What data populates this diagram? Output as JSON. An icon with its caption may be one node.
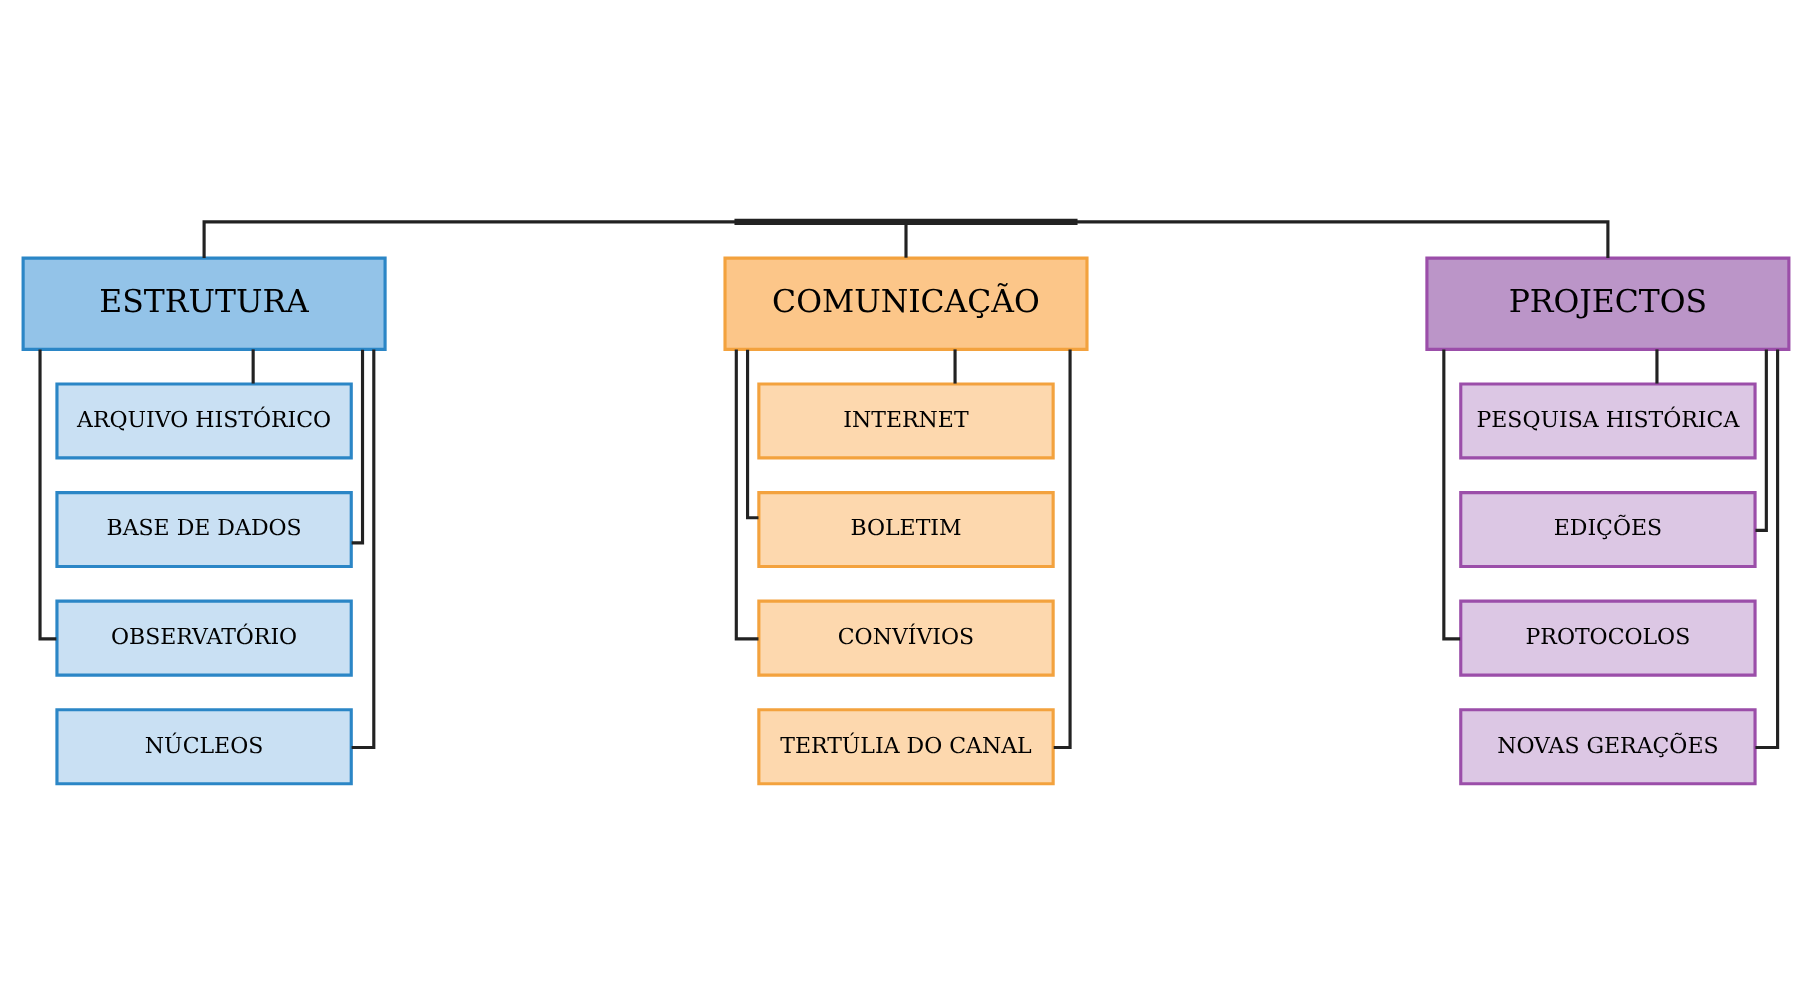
{
  "diagram": {
    "nodes": [
      {
        "text": [],
        "shape": "bar"
      },
      {
        "text": [
          "ESTRUTURA"
        ]
      },
      {
        "text": [
          "ARQUIVO HISTÓRICO"
        ]
      },
      {
        "text": [
          "BASE DE DADOS"
        ]
      },
      {
        "text": [
          "OBSERVATÓRIO"
        ]
      },
      {
        "text": [
          "NÚCLEOS"
        ]
      },
      {
        "text": [
          "COMUNICAÇÃO"
        ]
      },
      {
        "text": [
          "INTERNET"
        ]
      },
      {
        "text": [
          "BOLETIM"
        ]
      },
      {
        "text": [
          "CONVÍVIOS"
        ]
      },
      {
        "text": [
          "TERTÚLIA DO CANAL"
        ]
      },
      {
        "text": [
          "PROJECTOS"
        ]
      },
      {
        "text": [
          "PESQUISA HISTÓRICA"
        ]
      },
      {
        "text": [
          "EDIÇÕES"
        ]
      },
      {
        "text": [
          "PROTOCOLOS"
        ]
      },
      {
        "text": [
          "NOVAS GERAÇÕES"
        ]
      }
    ],
    "edges": [
      {
        "from": 0,
        "to": 1,
        "arrow": "none"
      },
      {
        "from": 0,
        "to": 6,
        "arrow": "none"
      },
      {
        "from": 0,
        "to": 11,
        "arrow": "none"
      },
      {
        "from": 1,
        "to": 2,
        "arrow": "none"
      },
      {
        "from": 1,
        "to": 3,
        "arrow": "none"
      },
      {
        "from": 1,
        "to": 4,
        "arrow": "none"
      },
      {
        "from": 1,
        "to": 5,
        "arrow": "none"
      },
      {
        "from": 6,
        "to": 7,
        "arrow": "none"
      },
      {
        "from": 6,
        "to": 8,
        "arrow": "none"
      },
      {
        "from": 6,
        "to": 9,
        "arrow": "none"
      },
      {
        "from": 6,
        "to": 10,
        "arrow": "none"
      },
      {
        "from": 11,
        "to": 12,
        "arrow": "none"
      },
      {
        "from": 11,
        "to": 13,
        "arrow": "none"
      },
      {
        "from": 11,
        "to": 14,
        "arrow": "none"
      },
      {
        "from": 11,
        "to": 15,
        "arrow": "none"
      }
    ]
  }
}
